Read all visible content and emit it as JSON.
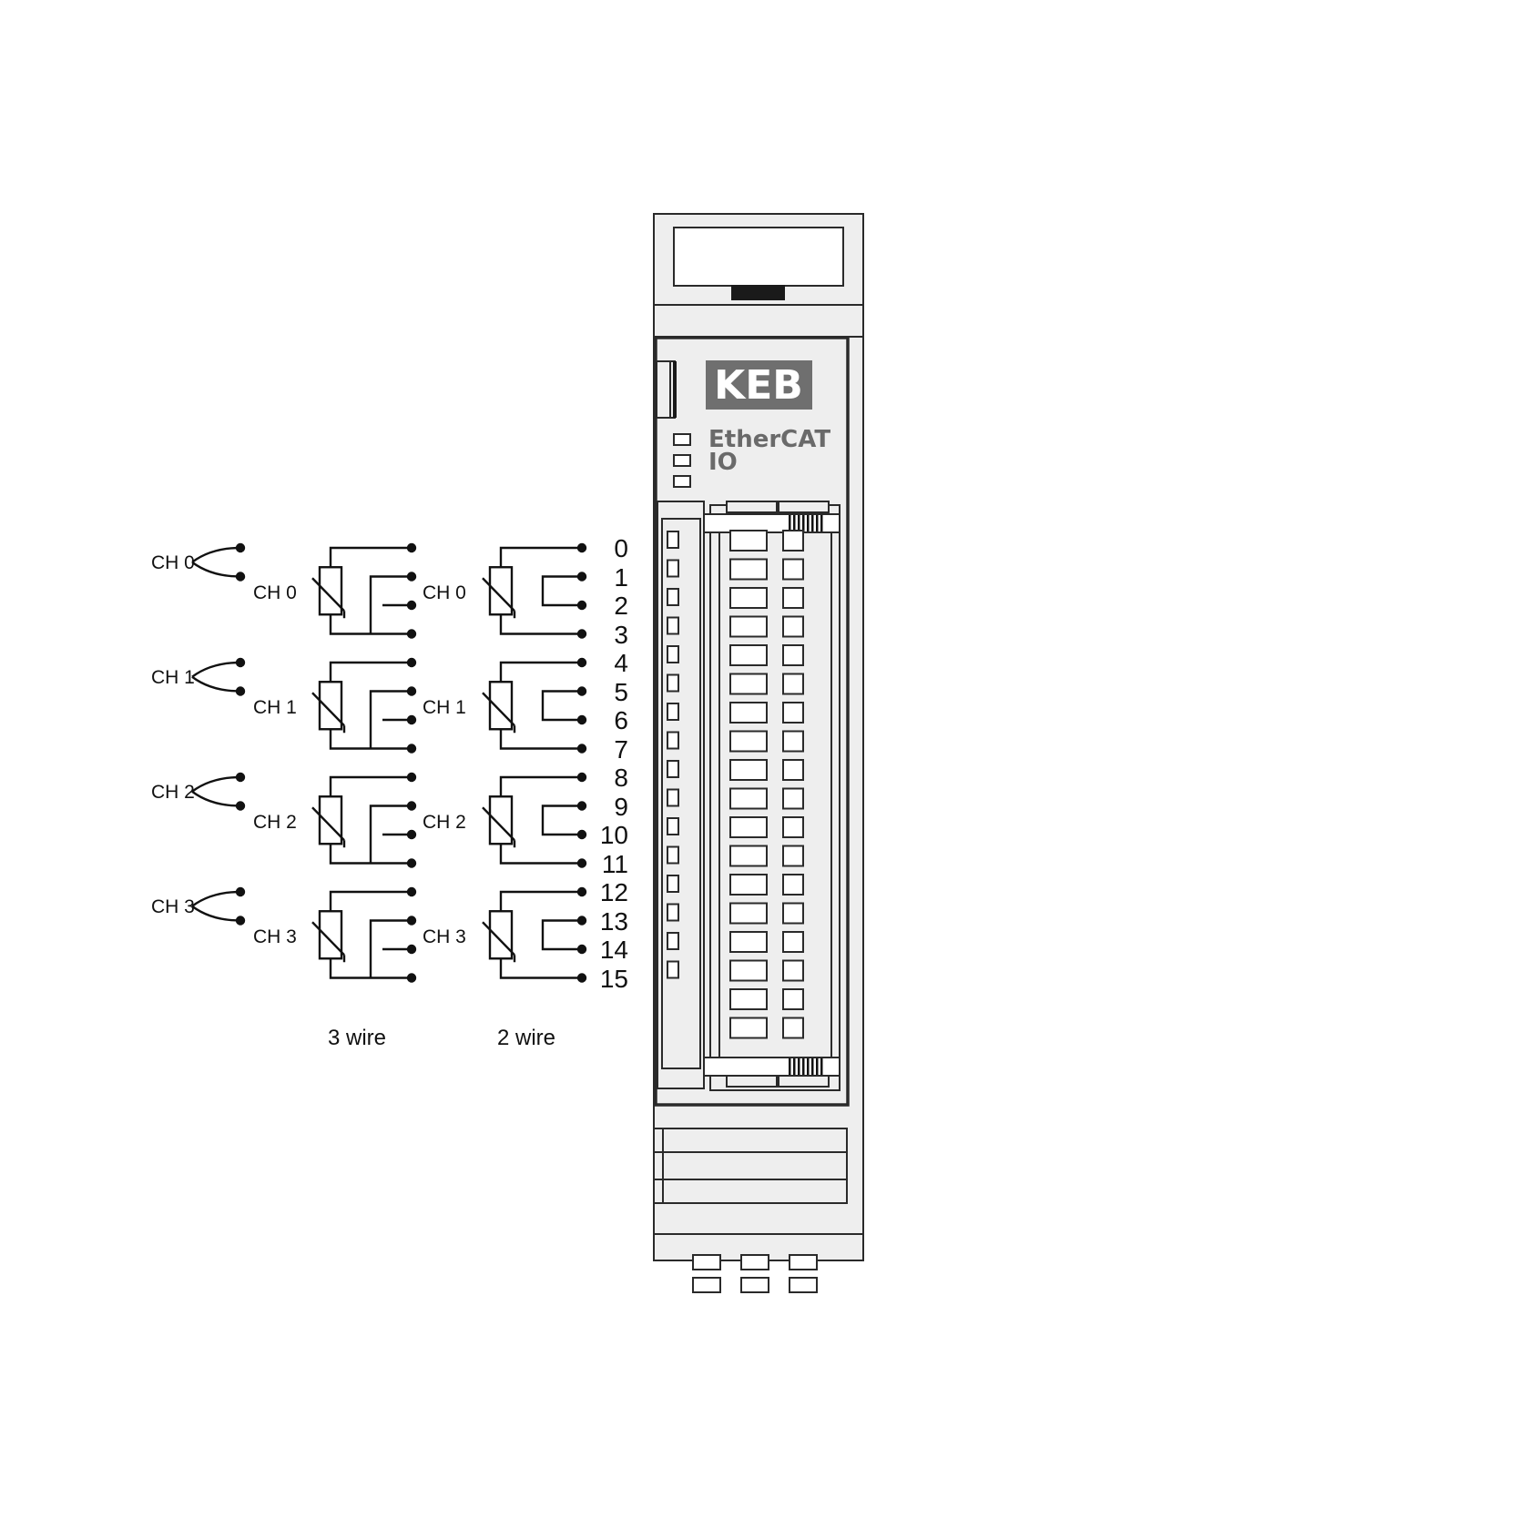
{
  "device": {
    "brand": "KEB",
    "model_line1": "EtherCAT",
    "model_line2": "IO",
    "colors": {
      "logo": "#6f6f6f",
      "body": "#eeeeee",
      "outline": "#2a2a2a"
    }
  },
  "terminals": [
    "0",
    "1",
    "2",
    "3",
    "4",
    "5",
    "6",
    "7",
    "8",
    "9",
    "10",
    "11",
    "12",
    "13",
    "14",
    "15"
  ],
  "thermocouple_labels": [
    "CH 0",
    "CH 1",
    "CH 2",
    "CH 3"
  ],
  "rtd_3wire_labels": [
    "CH 0",
    "CH 1",
    "CH 2",
    "CH 3"
  ],
  "rtd_2wire_labels": [
    "CH 0",
    "CH 1",
    "CH 2",
    "CH 3"
  ],
  "captions": {
    "three_wire": "3 wire",
    "two_wire": "2 wire"
  }
}
